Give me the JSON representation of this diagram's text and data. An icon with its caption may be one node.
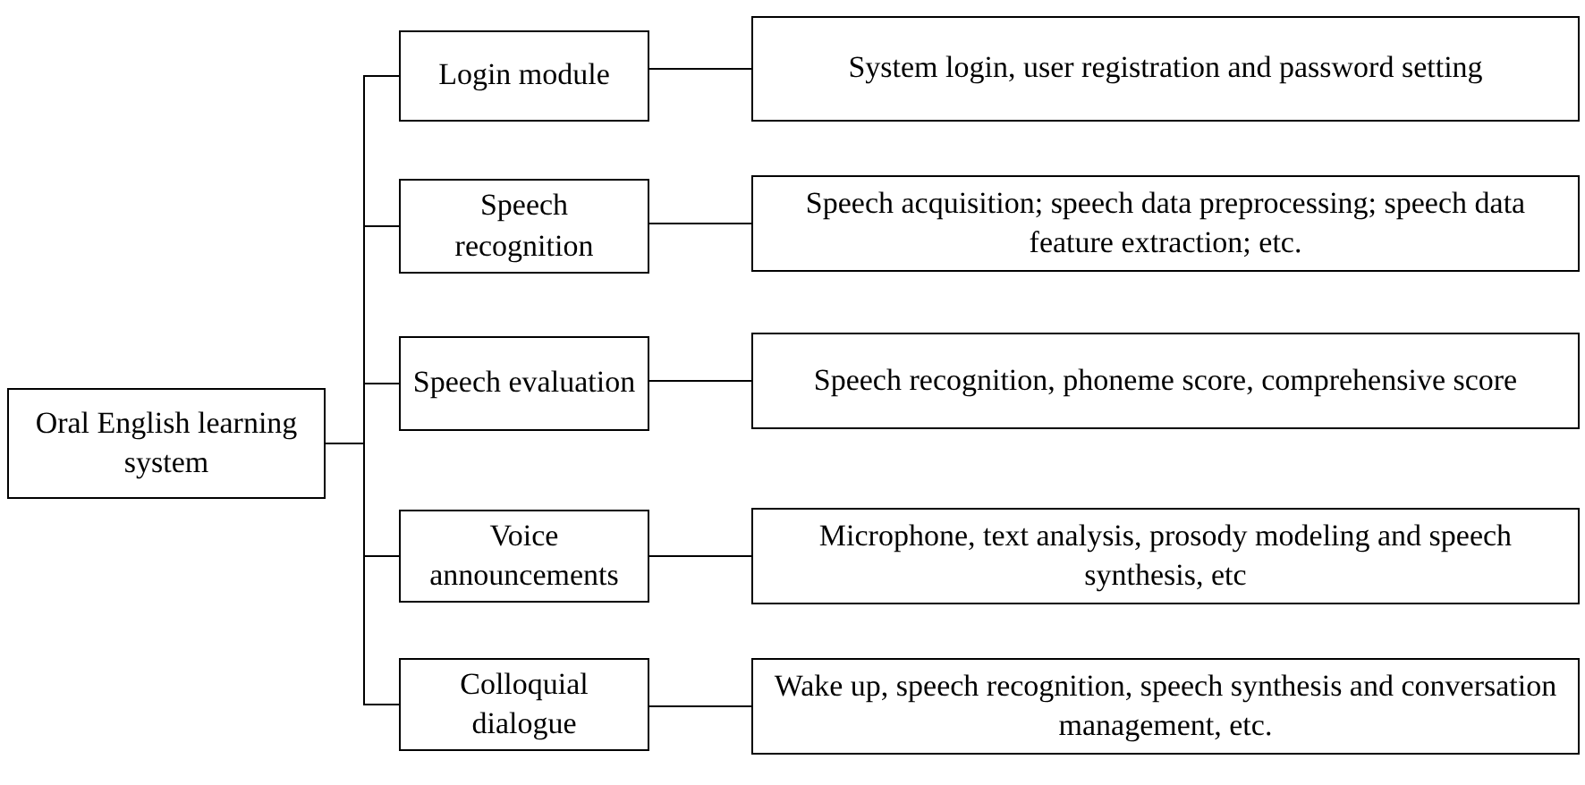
{
  "diagram": {
    "nodes": [
      {
        "text": [
          "Oral English learning system"
        ]
      },
      {
        "text": [
          "Login module"
        ]
      },
      {
        "text": [
          "Speech recognition"
        ]
      },
      {
        "text": [
          "Speech evaluation"
        ]
      },
      {
        "text": [
          "Voice announcements"
        ]
      },
      {
        "text": [
          "Colloquial dialogue"
        ]
      },
      {
        "text": [
          "System login, user registration and password setting"
        ]
      },
      {
        "text": [
          "Speech acquisition; speech data preprocessing; speech data feature extraction; etc."
        ]
      },
      {
        "text": [
          "Speech recognition, phoneme score, comprehensive score"
        ]
      },
      {
        "text": [
          "Microphone, text analysis, prosody modeling and speech synthesis, etc"
        ]
      },
      {
        "text": [
          "Wake up, speech recognition, speech synthesis and conversation management, etc."
        ]
      }
    ],
    "edges": [
      {
        "from": 0,
        "to": 1,
        "arrow": "none"
      },
      {
        "from": 0,
        "to": 2,
        "arrow": "none"
      },
      {
        "from": 0,
        "to": 3,
        "arrow": "none"
      },
      {
        "from": 0,
        "to": 4,
        "arrow": "none"
      },
      {
        "from": 0,
        "to": 5,
        "arrow": "none"
      },
      {
        "from": 1,
        "to": 6,
        "arrow": "none"
      },
      {
        "from": 2,
        "to": 7,
        "arrow": "none"
      },
      {
        "from": 3,
        "to": 8,
        "arrow": "none"
      },
      {
        "from": 4,
        "to": 9,
        "arrow": "none"
      },
      {
        "from": 5,
        "to": 10,
        "arrow": "none"
      }
    ]
  }
}
